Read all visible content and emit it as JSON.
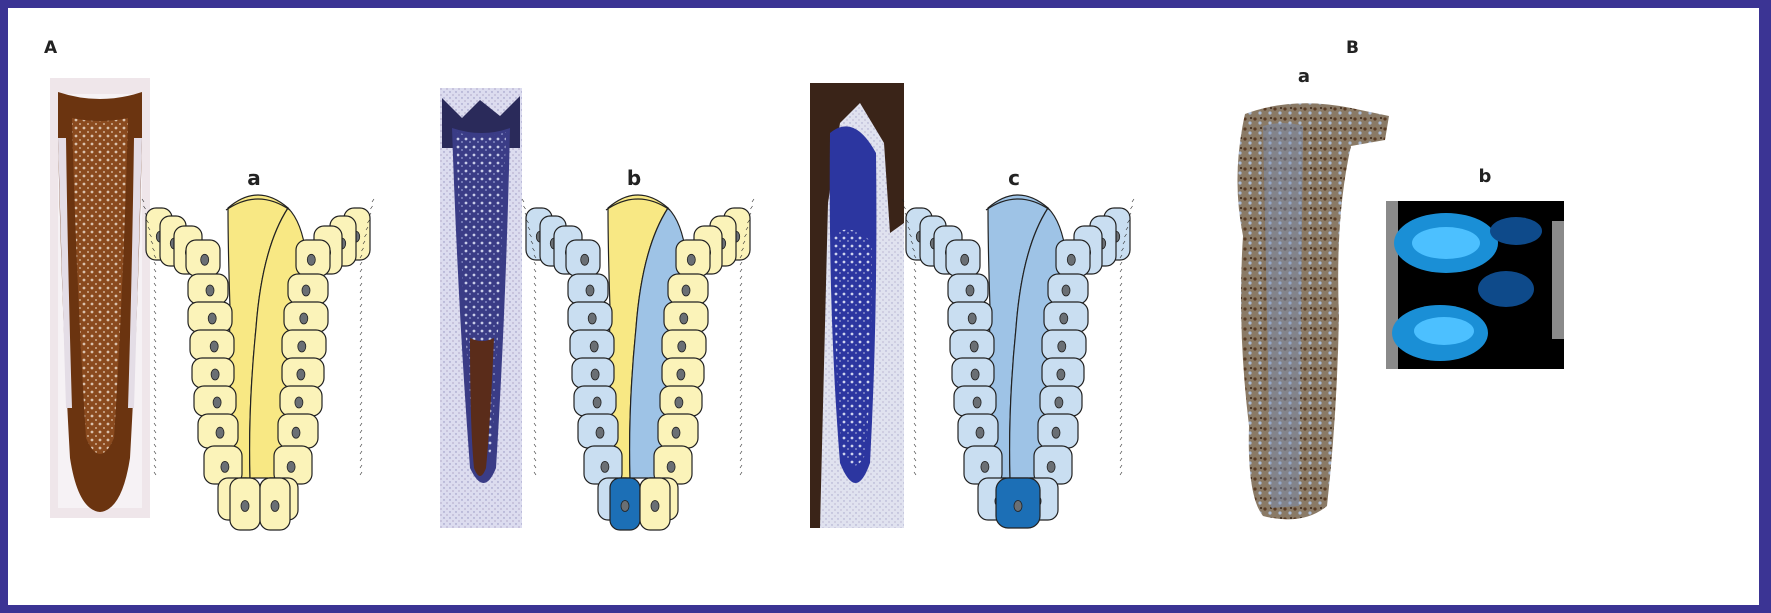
{
  "panel_a": {
    "label": "A",
    "diagrams": [
      {
        "label": "a",
        "left_cells": "yellow",
        "right_cells": "yellow",
        "left_core": "yellow",
        "right_core": "yellow",
        "bottom_left": "yellow",
        "bottom_right": "yellow"
      },
      {
        "label": "b",
        "left_cells": "blue",
        "right_cells": "yellow",
        "left_core": "yellow",
        "right_core": "blue",
        "bottom_left": "dark-blue",
        "bottom_right": "yellow"
      },
      {
        "label": "c",
        "left_cells": "blue",
        "right_cells": "blue",
        "left_core": "blue",
        "right_core": "blue",
        "bottom_left": "dark-blue",
        "bottom_right": "none"
      }
    ],
    "micrographs": [
      {
        "stain": "brown"
      },
      {
        "stain": "blue-brown"
      },
      {
        "stain": "blue"
      }
    ]
  },
  "panel_b": {
    "label": "B",
    "sub_a": "a",
    "sub_b": "b"
  },
  "colors": {
    "frame": "#3b3494",
    "yellow_fill": "#fbf3b9",
    "yellow_core": "#f8e884",
    "blue_fill": "#c9def1",
    "blue_core": "#9ec3e6",
    "dark_blue": "#1c6fb6",
    "brown": "#6b3410"
  }
}
